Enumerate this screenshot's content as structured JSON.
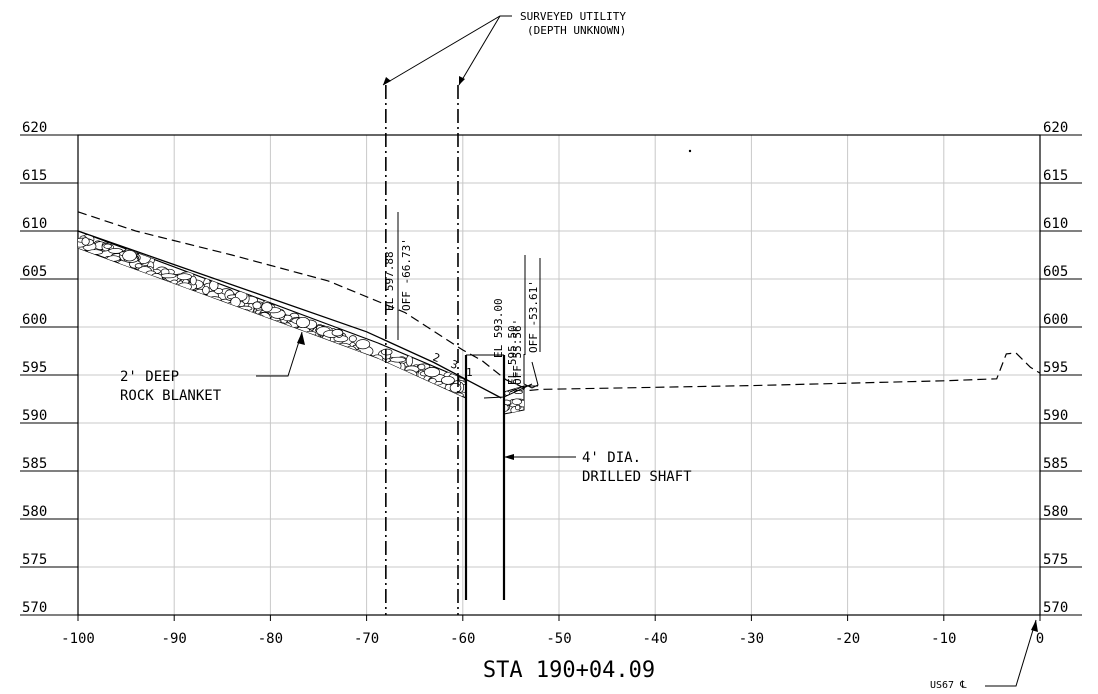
{
  "sheet": {
    "station_label": "STA 190+04.09",
    "centerline_label": "US67 ℄",
    "x_ticks": [
      "-100",
      "-90",
      "-80",
      "-70",
      "-60",
      "-50",
      "-40",
      "-30",
      "-20",
      "-10",
      "0"
    ],
    "y_ticks": [
      "620",
      "615",
      "610",
      "605",
      "600",
      "595",
      "590",
      "585",
      "580",
      "575",
      "570"
    ]
  },
  "callouts": {
    "utility_line1": "SURVEYED UTILITY",
    "utility_line2": "(DEPTH UNKNOWN)",
    "rock_line1": "2' DEEP",
    "rock_line2": "ROCK BLANKET",
    "shaft_line1": "4' DIA.",
    "shaft_line2": "DRILLED SHAFT"
  },
  "elevation_labels": {
    "el1": "EL 597.88",
    "off1": "OFF -66.73'",
    "el2": "EL 593.00",
    "el3": "EL 595.50",
    "off3": "OFF 55.56'",
    "off4": "OFF -53.61'"
  },
  "slope_marks": {
    "s1": "1",
    "s2": "2",
    "s3": "3"
  },
  "chart_data": {
    "type": "line",
    "title": "",
    "xlabel": "STA 190+04.09",
    "ylabel": "",
    "xlim": [
      -100,
      0
    ],
    "ylim": [
      570,
      620
    ],
    "grid": true,
    "series": [
      {
        "name": "",
        "x": [
          -100,
          -94,
          -84,
          -74,
          -66,
          -60,
          -58,
          -55.5,
          -53,
          -52,
          -30,
          -10,
          -4.5,
          -3.5,
          -2.5,
          -1,
          0
        ],
        "y": [
          612,
          610,
          607.5,
          604.8,
          601.5,
          597.6,
          596.5,
          594.5,
          593.4,
          593.5,
          593.9,
          594.4,
          594.6,
          597.2,
          597.3,
          595.8,
          595.2
        ]
      },
      {
        "name": "",
        "x": [
          -100,
          -90,
          -80,
          -70,
          -63,
          -56
        ],
        "y": [
          610,
          606.5,
          603,
          599.5,
          596.3,
          592.6
        ]
      }
    ],
    "utilities": [
      -68,
      -60.5
    ],
    "shaft": {
      "x_left": -59.8,
      "x_right": -55.8,
      "top": 597,
      "bottom": 571.7
    }
  }
}
